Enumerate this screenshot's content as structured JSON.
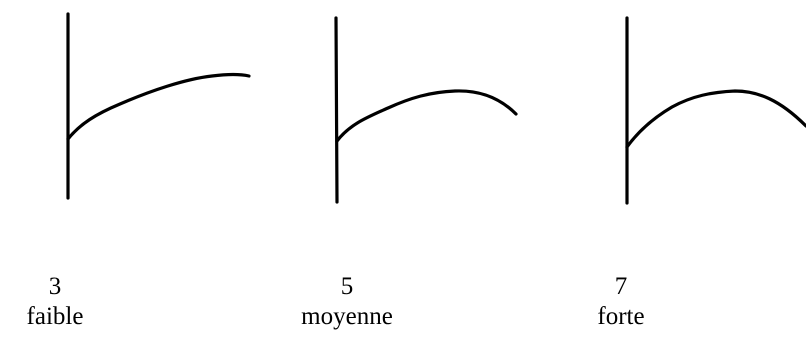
{
  "panels": [
    {
      "number": "3",
      "label": "faible"
    },
    {
      "number": "5",
      "label": "moyenne"
    },
    {
      "number": "7",
      "label": "forte"
    }
  ]
}
